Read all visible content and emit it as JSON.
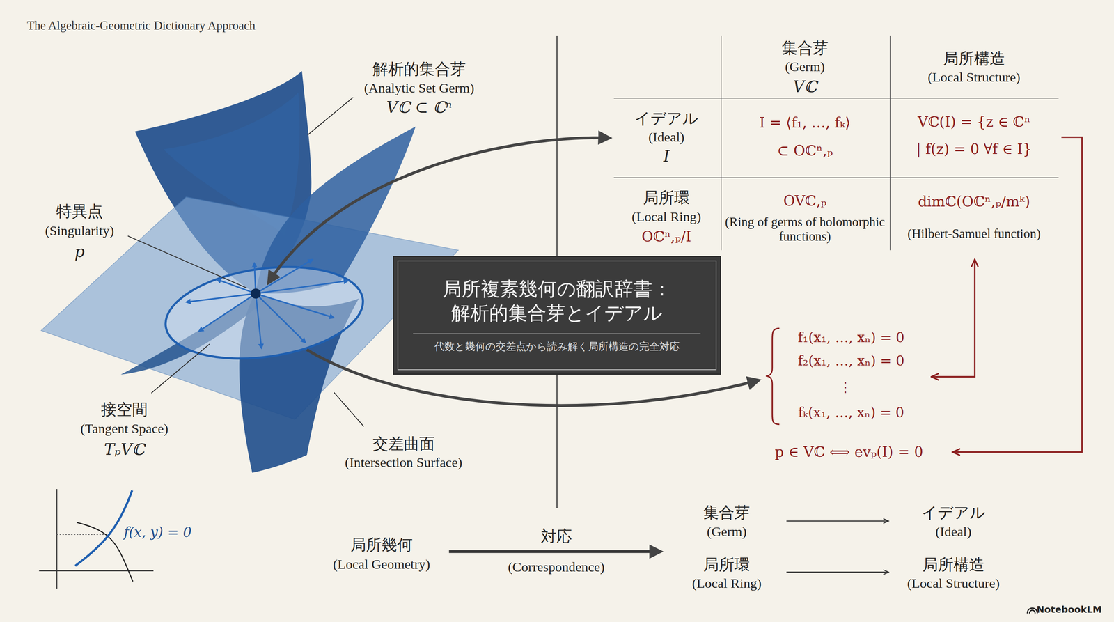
{
  "diagram": {
    "title": "The Algebraic-Geometric Dictionary Approach",
    "nodes": [
      {
        "text": [
          "局所複素幾何の翻訳辞書：解析的集合芽とイデアル",
          "代数と幾何の交差点から読み解く局所構造の完全対応"
        ]
      }
    ],
    "labels": [
      "解析的集合芽",
      "(Analytic Set Germ)",
      "Vℂ ⊂ ℂⁿ",
      "特異点",
      "(Singularity)",
      "p",
      "接空間",
      "(Tangent Space)",
      "TₚVℂ",
      "交差曲面",
      "(Intersection Surface)",
      "f(x, y) = 0",
      "集合芽",
      "(Germ)",
      "Vℂ",
      "局所構造",
      "(Local Structure)",
      "イデアル",
      "(Ideal)",
      "I",
      "I = ⟨f₁, …, fₖ⟩",
      "⊂ Oℂⁿ,ₚ",
      "Vℂ(I) = {z ∈ ℂⁿ",
      "| f(z) = 0 ∀f ∈ I}",
      "局所環",
      "(Local Ring)",
      "Oℂⁿ,ₚ/I",
      "OVℂ,ₚ",
      "(Ring of germs of holomorphic functions)",
      "dimℂ(Oℂⁿ,ₚ/mᵏ)",
      "(Hilbert-Samuel function)",
      "f₁(x₁, …, xₙ) = 0",
      "f₂(x₁, …, xₙ) = 0",
      "⋮",
      "fₖ(x₁, …, xₙ) = 0",
      "p ∈ Vℂ ⟺ evₚ(I) = 0",
      "局所幾何",
      "(Local Geometry)",
      "対応",
      "(Correspondence)",
      "集合芽",
      "(Germ)",
      "イデアル",
      "(Ideal)",
      "局所環",
      "(Local Ring)",
      "局所構造",
      "(Local Structure)",
      "NotebookLM"
    ]
  }
}
